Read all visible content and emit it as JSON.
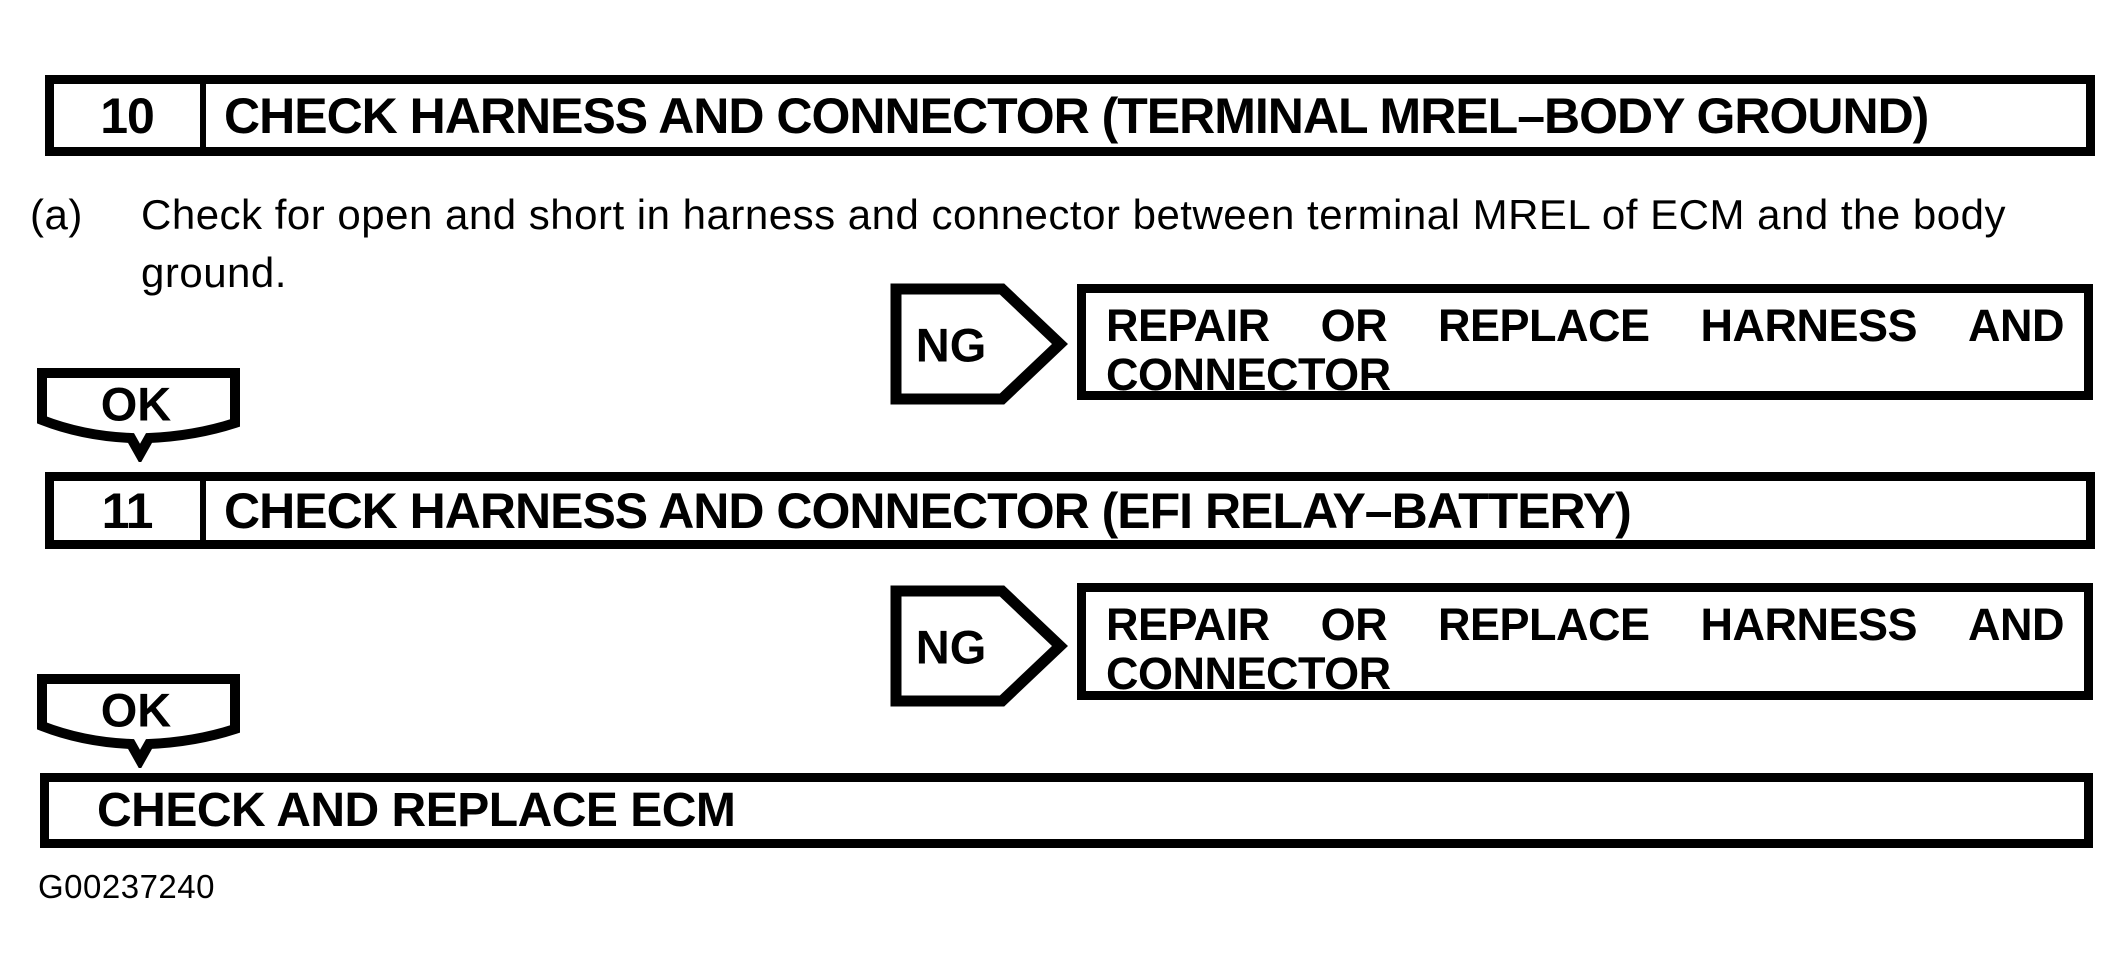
{
  "figure": {
    "background_color": "#ffffff",
    "ink_color": "#000000",
    "figure_id": "G00237240"
  },
  "steps": [
    {
      "number": "10",
      "title": "CHECK HARNESS AND CONNECTOR (TERMINAL MREL–BODY GROUND)",
      "instruction_label": "(a)",
      "instruction_lines": [
        "Check for open and short in harness and connector between terminal MREL of ECM and the body",
        "ground."
      ],
      "ng_label": "NG",
      "ng_result_line1": "REPAIR OR REPLACE HARNESS AND",
      "ng_result_line2": "CONNECTOR",
      "ok_label": "OK"
    },
    {
      "number": "11",
      "title": "CHECK HARNESS AND CONNECTOR (EFI RELAY–BATTERY)",
      "ng_label": "NG",
      "ng_result_line1": "REPAIR OR REPLACE HARNESS AND",
      "ng_result_line2": "CONNECTOR",
      "ok_label": "OK"
    }
  ],
  "final_action": "CHECK AND REPLACE ECM"
}
